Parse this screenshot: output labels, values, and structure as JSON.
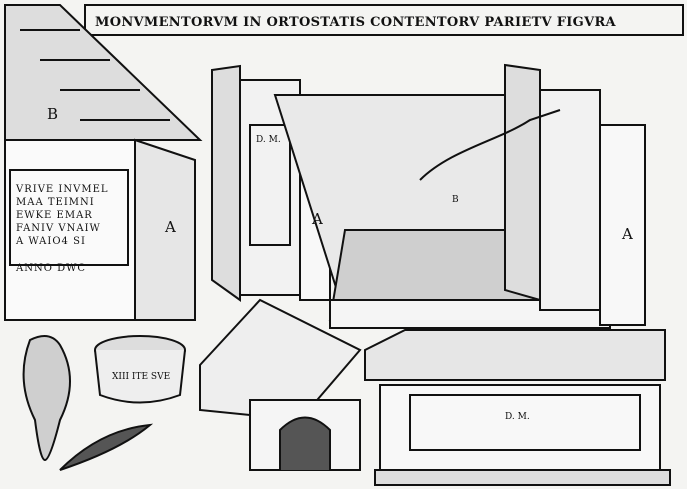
{
  "title": "MONVMENTORVM IN ORTOSTATIS CONTENTORV PARIETV FIGVRA",
  "labels": {
    "a_left": "A",
    "a_center": "A",
    "a_right": "A",
    "b_left": "B",
    "b_center": "B",
    "dm_panel": "D. M.",
    "dm_coffin": "D. M."
  },
  "inscription": {
    "lines": [
      "VRIVE INVMEL",
      "MAA TEIMNI",
      "EWKE EMAR",
      "FANIV VNAIW",
      "A WAIO4 SI"
    ],
    "footer": "ANNO DWC"
  },
  "pot_inscription": "XIII ITE SVE",
  "colors": {
    "ink": "#111111",
    "paper": "#f4f4f2",
    "shade": "#6a6a6a"
  }
}
